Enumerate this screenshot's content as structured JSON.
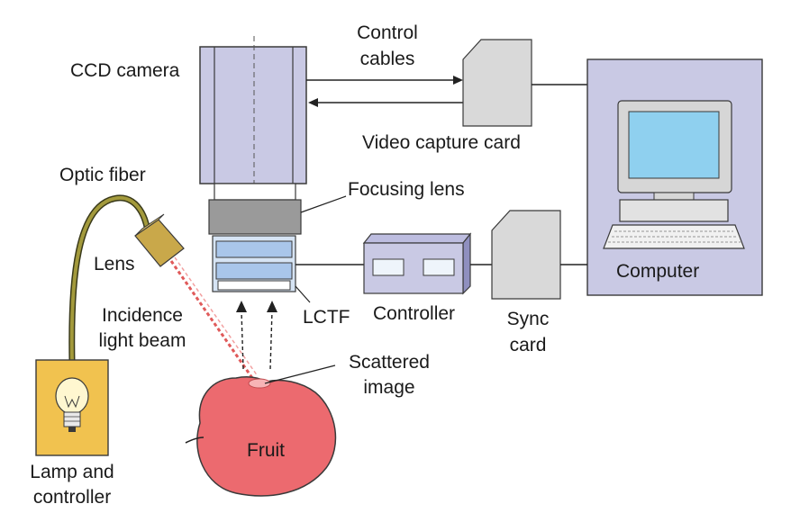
{
  "labels": {
    "ccd_camera": "CCD camera",
    "control_cables_1": "Control",
    "control_cables_2": "cables",
    "video_capture_card": "Video capture card",
    "optic_fiber": "Optic fiber",
    "focusing_lens": "Focusing lens",
    "lens": "Lens",
    "incidence_1": "Incidence",
    "incidence_2": "light beam",
    "lctf": "LCTF",
    "controller": "Controller",
    "sync_card_1": "Sync",
    "sync_card_2": "card",
    "computer": "Computer",
    "scattered_1": "Scattered",
    "scattered_2": "image",
    "fruit": "Fruit",
    "lamp_1": "Lamp and",
    "lamp_2": "controller"
  },
  "colors": {
    "camera_body": "#c9c9e4",
    "lens_gray": "#9a9a9a",
    "lctf_blue": "#a9c6ea",
    "computer_panel": "#c9c9e4",
    "screen": "#8fd0ef",
    "lamp_box": "#f1c24f",
    "fruit": "#ec6a6f",
    "fiber": "#7e7528",
    "beam": "#e05a5a",
    "card_gray": "#d9d9d9"
  }
}
